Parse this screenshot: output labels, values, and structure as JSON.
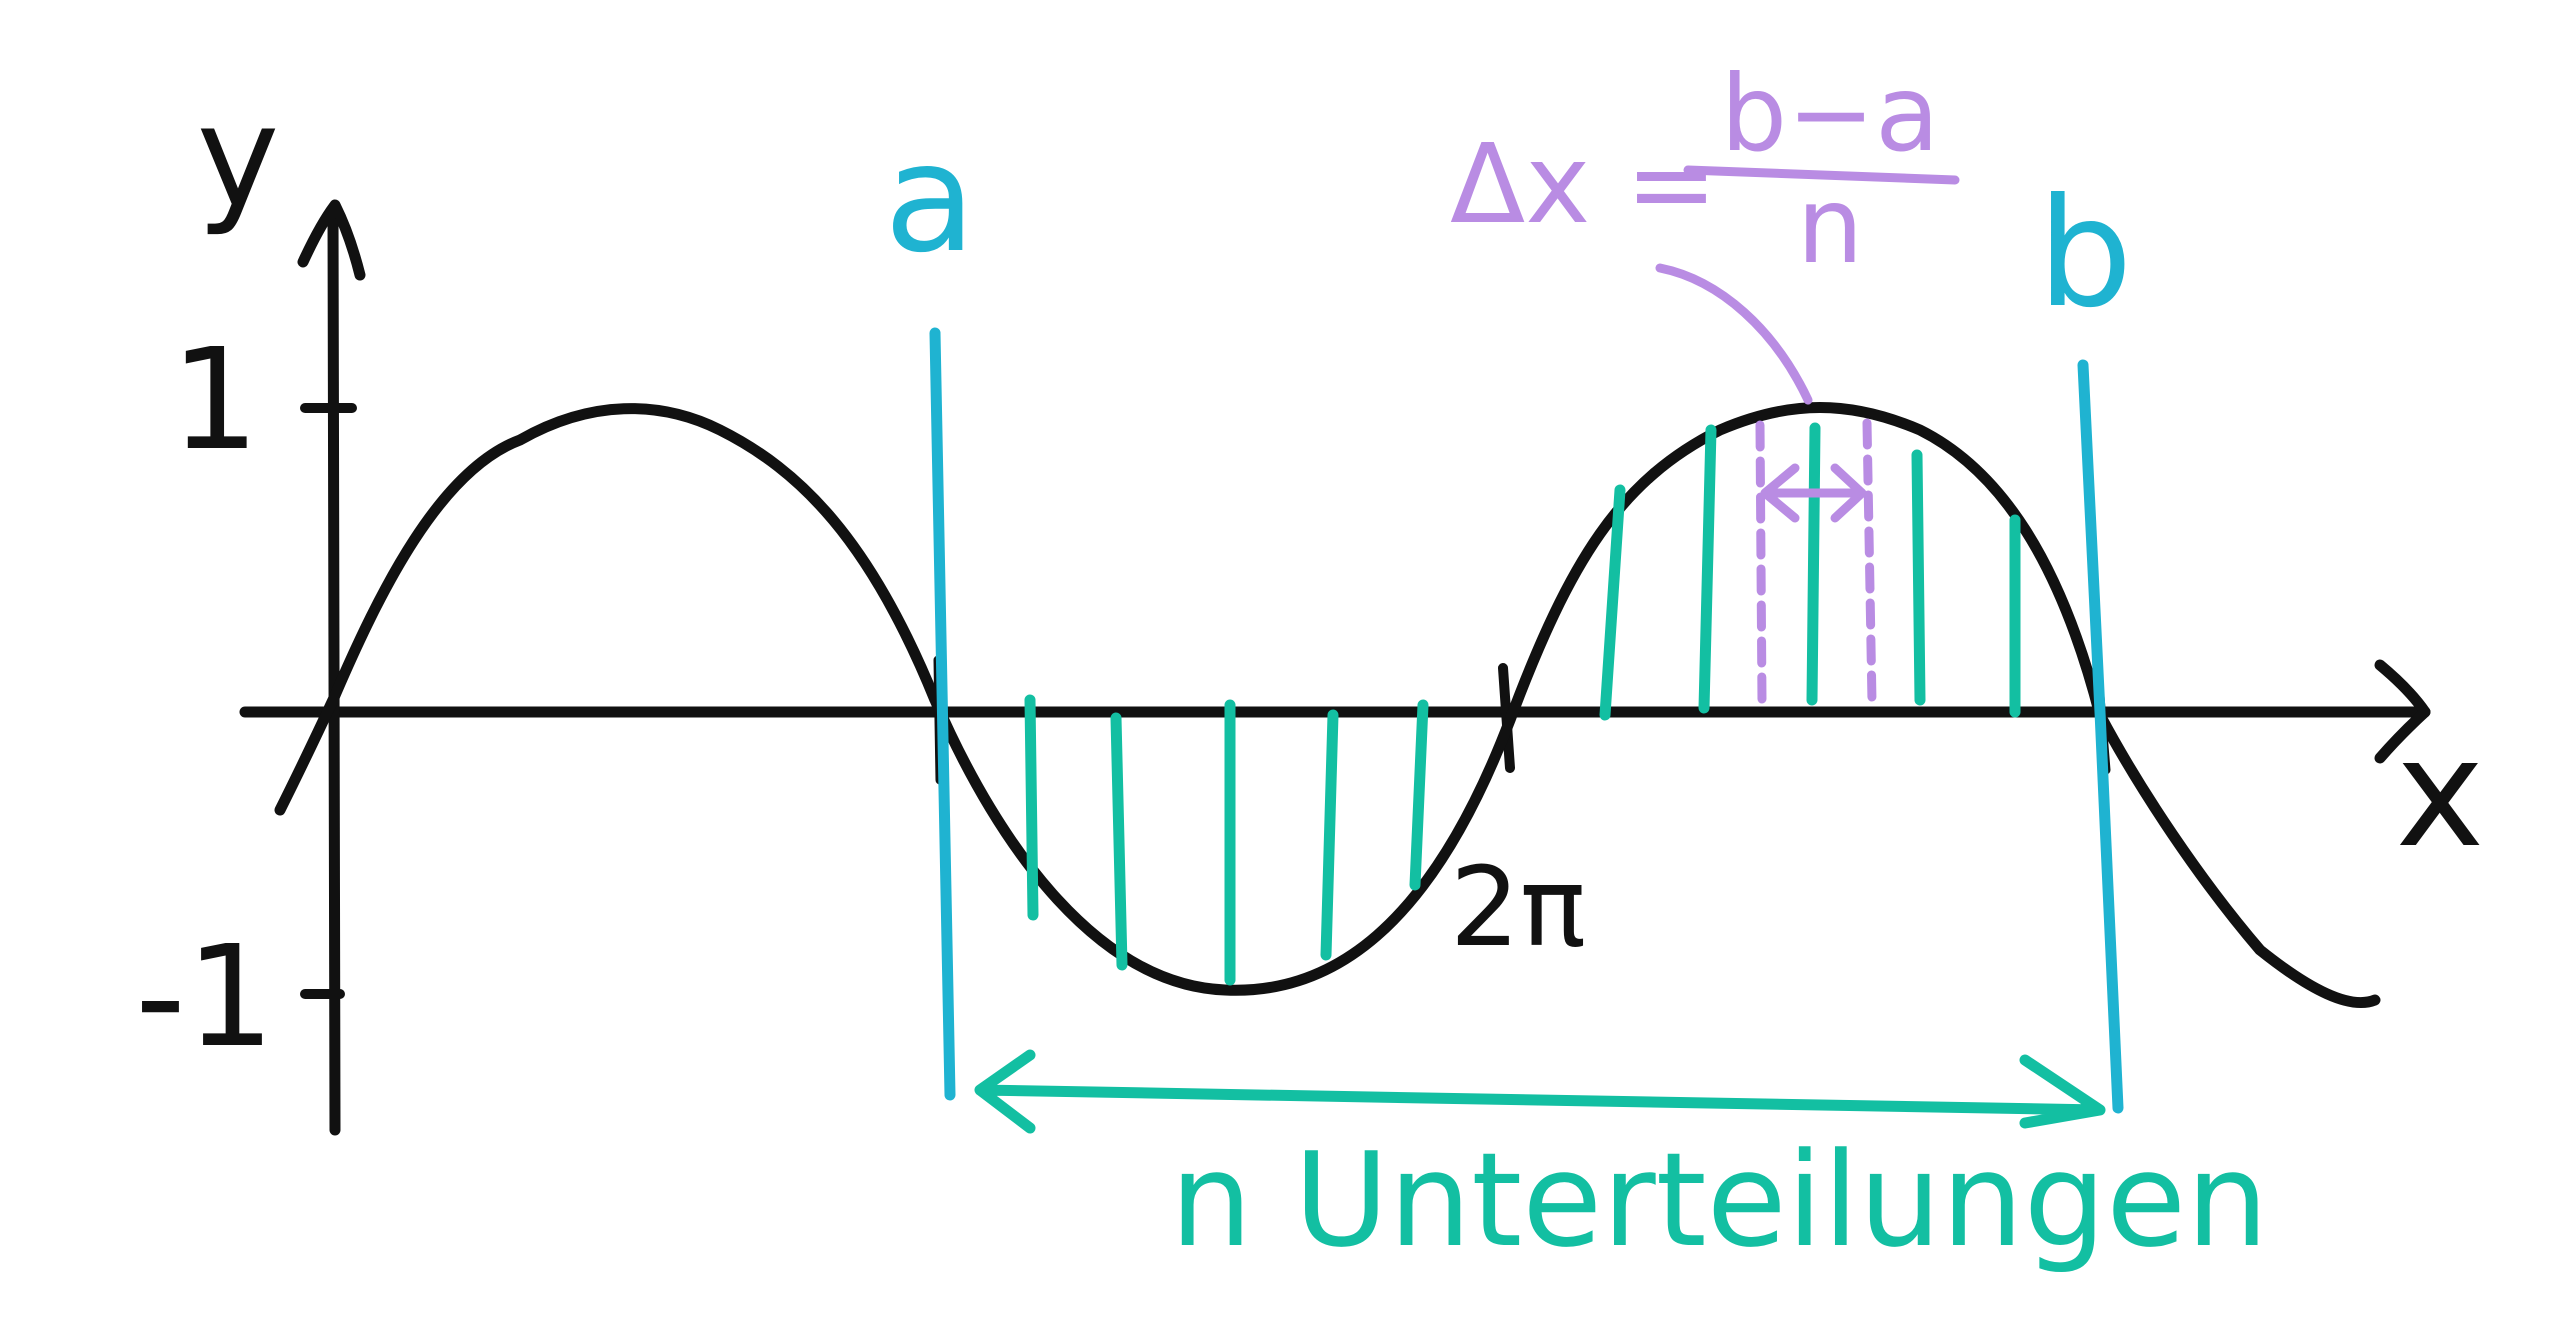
{
  "colors": {
    "ink": "#111111",
    "bounds": "#1fb3d1",
    "subdivisions": "#13bfa2",
    "delta": "#b98ce3"
  },
  "axes": {
    "y_label": "y",
    "x_label": "x",
    "tick_pos_one": "1",
    "tick_neg_one": "-1",
    "two_pi_label": "2π"
  },
  "bounds": {
    "a_label": "a",
    "b_label": "b"
  },
  "subdivision_note": "n Unterteilungen",
  "delta_formula": {
    "lhs": "Δx =",
    "numerator": "b−a",
    "denominator": "n"
  },
  "icons": {
    "span_arrow": "double-headed-arrow",
    "delta_arrow": "double-headed-arrow"
  }
}
